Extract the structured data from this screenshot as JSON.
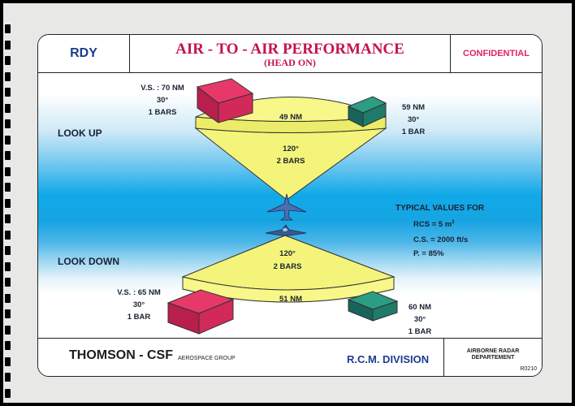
{
  "header": {
    "mode": "RDY",
    "title": "AIR - TO - AIR  PERFORMANCE",
    "subtitle": "(HEAD ON)",
    "classification": "CONFIDENTIAL"
  },
  "look_up": {
    "label": "LOOK UP",
    "range": "49 NM",
    "azimuth": "120°",
    "bars": "2 BARS",
    "left_box": [
      "V.S. : 70 NM",
      "30°",
      "1 BARS"
    ],
    "right_box": [
      "59 NM",
      "30°",
      "1 BAR"
    ]
  },
  "look_down": {
    "label": "LOOK DOWN",
    "range": "51 NM",
    "azimuth": "120°",
    "bars": "2 BARS",
    "left_box": [
      "V.S. : 65 NM",
      "30°",
      "1 BAR"
    ],
    "right_box": [
      "60 NM",
      "30°",
      "1 BAR"
    ]
  },
  "typical": {
    "heading": "TYPICAL VALUES FOR",
    "rcs": "RCS = 5 m",
    "rcs_exp": "2",
    "cs": "C.S. = 2000 ft/s",
    "p": "P. = 85%"
  },
  "footer": {
    "company": "THOMSON - CSF",
    "group": "AEROSPACE GROUP",
    "division": "R.C.M. DIVISION",
    "dept_line1": "AIRBORNE RADAR",
    "dept_line2": "DEPARTEMENT",
    "ref": "R0210"
  },
  "colors": {
    "red_box": "#d8305a",
    "green_box": "#1f7a6a",
    "yellow": "#f4f47a",
    "blue_text": "#1d3c8f",
    "title_red": "#c4134a"
  }
}
